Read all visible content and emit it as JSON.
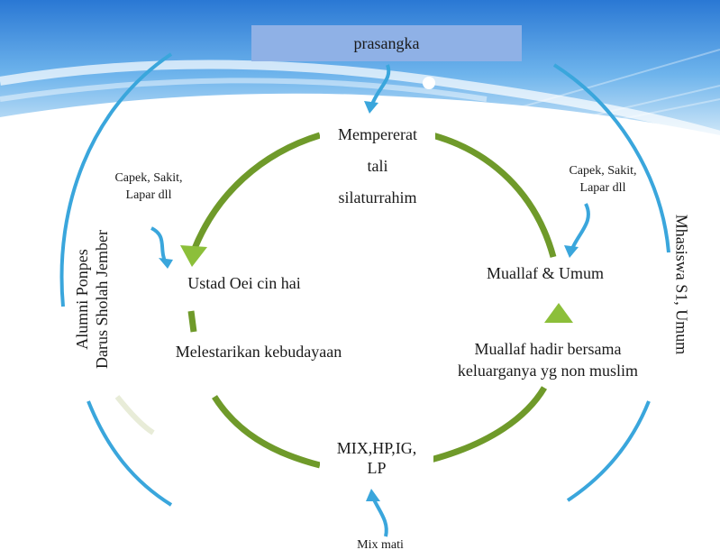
{
  "diagram": {
    "top_box": "prasangka",
    "center_top": [
      "Mempererat",
      "tali",
      "silaturrahim"
    ],
    "left_note": [
      "Capek, Sakit,",
      "Lapar dll"
    ],
    "right_note": [
      "Capek, Sakit,",
      "Lapar dll"
    ],
    "left_node": "Ustad Oei cin hai",
    "right_node": "Muallaf & Umum",
    "left_lower": "Melestarikan kebudayaan",
    "right_lower": [
      "Muallaf hadir bersama",
      "keluarganya yg non muslim"
    ],
    "bottom_center": [
      "MIX,HP,IG,",
      "LP"
    ],
    "bottom_note": "Mix mati",
    "left_vertical": [
      "Alumni Ponpes",
      "Darus Sholah Jember"
    ],
    "right_vertical": "Mhasiswa S1, Umum"
  },
  "colors": {
    "arc_green": "#6f9a2a",
    "blue_line": "#3aa6dc",
    "box_blue": "#8fb1e6",
    "sky_top": "#2f7ed8"
  }
}
